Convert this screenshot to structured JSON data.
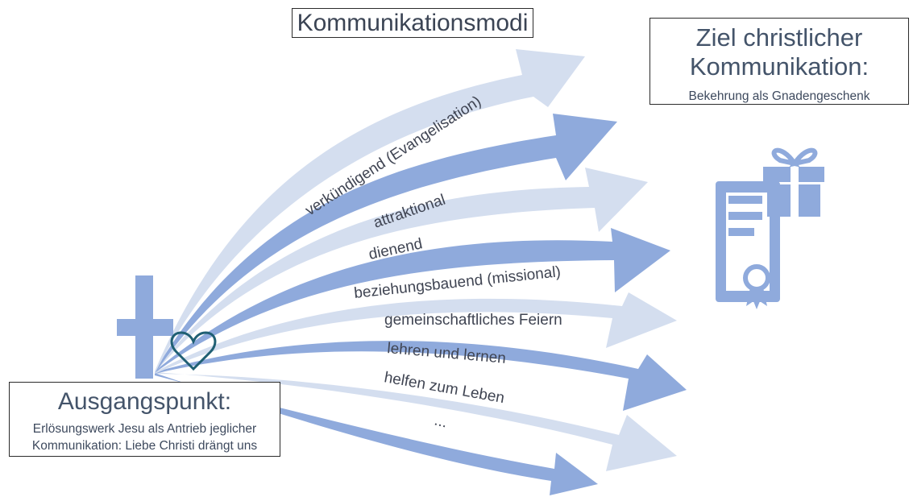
{
  "title": "Kommunikationsmodi",
  "goal": {
    "heading_line1": "Ziel christlicher",
    "heading_line2": "Kommunikation:",
    "subtitle": "Bekehrung als Gnadengeschenk"
  },
  "start": {
    "heading": "Ausgangspunkt:",
    "line1": "Erlösungswerk Jesu als Antrieb jeglicher",
    "line2": "Kommunikation: Liebe Christi drängt uns"
  },
  "modes": [
    {
      "label": "verkündigend (Evangelisation)",
      "tone": "light"
    },
    {
      "label": "attraktional",
      "tone": "dark"
    },
    {
      "label": "dienend",
      "tone": "light"
    },
    {
      "label": "beziehungsbauend (missional)",
      "tone": "dark"
    },
    {
      "label": "gemeinschaftliches Feiern",
      "tone": "light"
    },
    {
      "label": "lehren und lernen",
      "tone": "dark"
    },
    {
      "label": "helfen zum Leben",
      "tone": "light"
    },
    {
      "label": "...",
      "tone": "dark"
    }
  ],
  "colors": {
    "light_arrow": "#d4deef",
    "dark_arrow": "#8faadc",
    "cross": "#8faadc",
    "heart": "#1f5f73",
    "certificate": "#8faadc"
  },
  "icons": [
    "cross-icon",
    "heart-icon",
    "certificate-gift-icon"
  ]
}
